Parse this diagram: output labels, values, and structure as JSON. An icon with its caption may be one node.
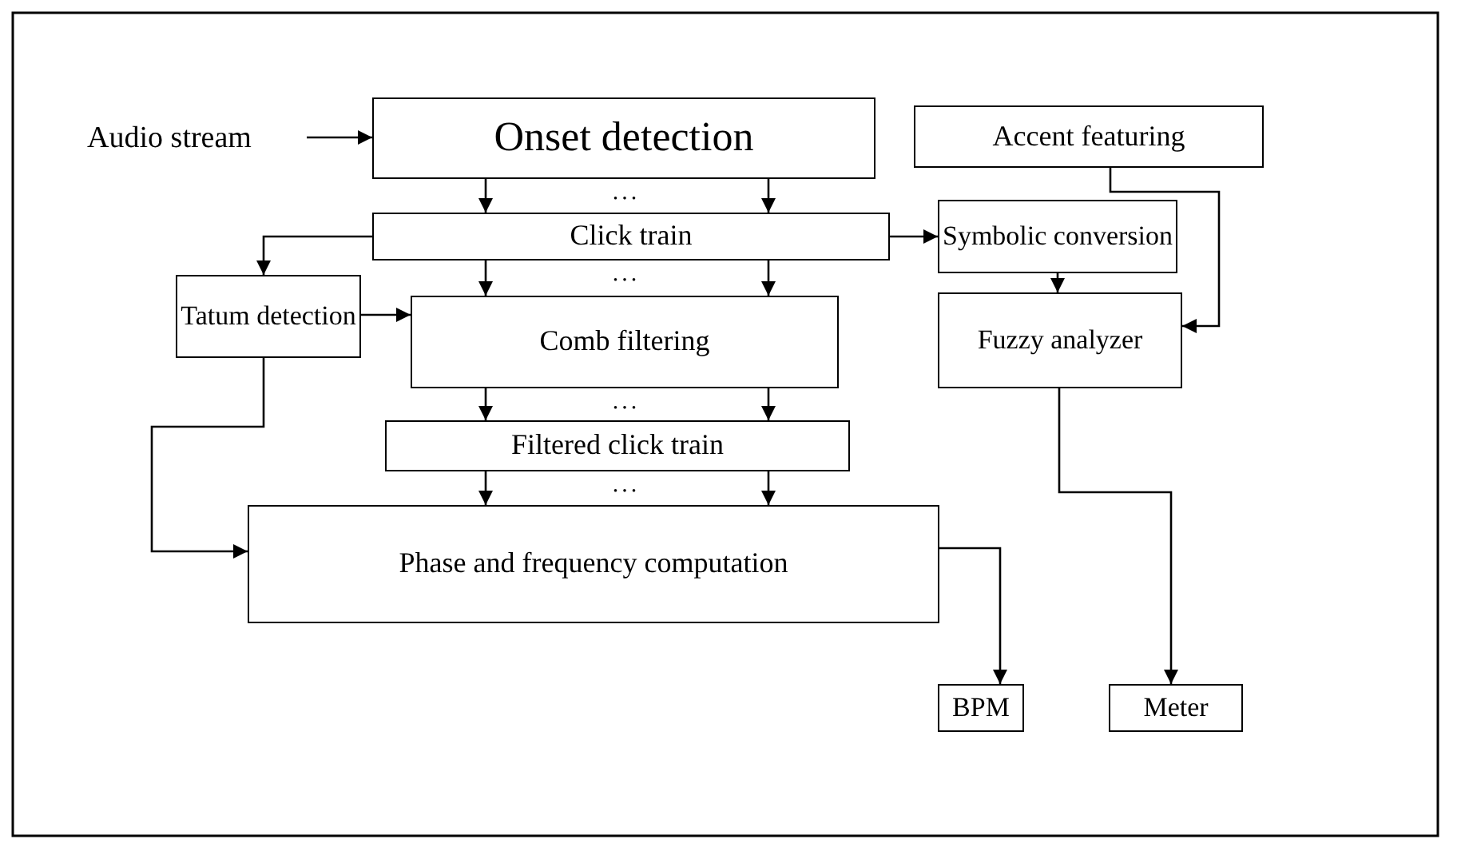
{
  "diagram": {
    "nodes": [
      {
        "text": [
          "Audio stream"
        ]
      },
      {
        "text": [
          "Onset detection"
        ]
      },
      {
        "text": [
          "Click train"
        ]
      },
      {
        "text": [
          "Symbolic conversion"
        ]
      },
      {
        "text": [
          "Accent featuring"
        ]
      },
      {
        "text": [
          "Tatum detection"
        ]
      },
      {
        "text": [
          "Comb filtering"
        ]
      },
      {
        "text": [
          "Fuzzy analyzer"
        ]
      },
      {
        "text": [
          "Filtered click train"
        ]
      },
      {
        "text": [
          "Phase and frequency computation"
        ]
      },
      {
        "text": [
          "BPM"
        ]
      },
      {
        "text": [
          "Meter"
        ]
      }
    ],
    "edges": [
      {
        "from": 0,
        "to": 1,
        "arrow": "to"
      },
      {
        "from": 1,
        "to": 2,
        "arrow": "to"
      },
      {
        "from": 1,
        "to": 2,
        "arrow": "to"
      },
      {
        "from": 2,
        "to": 3,
        "arrow": "to"
      },
      {
        "from": 2,
        "to": 5,
        "arrow": "to"
      },
      {
        "from": 2,
        "to": 6,
        "arrow": "to"
      },
      {
        "from": 2,
        "to": 6,
        "arrow": "to"
      },
      {
        "from": 5,
        "to": 6,
        "arrow": "to"
      },
      {
        "from": 5,
        "to": 9,
        "arrow": "to"
      },
      {
        "from": 6,
        "to": 8,
        "arrow": "to"
      },
      {
        "from": 6,
        "to": 8,
        "arrow": "to"
      },
      {
        "from": 8,
        "to": 9,
        "arrow": "to"
      },
      {
        "from": 8,
        "to": 9,
        "arrow": "to"
      },
      {
        "from": 3,
        "to": 7,
        "arrow": "to"
      },
      {
        "from": 4,
        "to": 7,
        "arrow": "to"
      },
      {
        "from": 9,
        "to": 10,
        "arrow": "to"
      },
      {
        "from": 7,
        "to": 11,
        "arrow": "to"
      }
    ],
    "labels": [
      "...",
      "...",
      "...",
      "..."
    ]
  }
}
